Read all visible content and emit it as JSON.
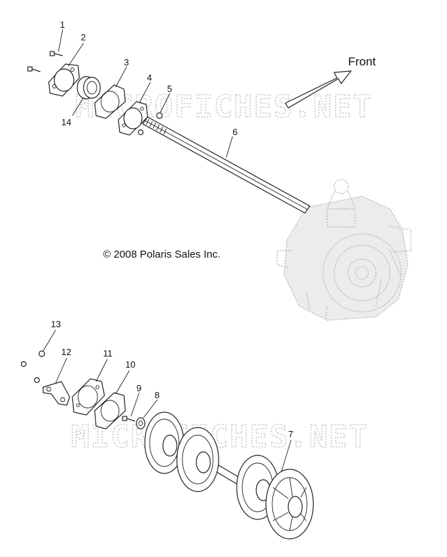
{
  "callouts": [
    "1",
    "2",
    "3",
    "4",
    "5",
    "6",
    "14",
    "13",
    "12",
    "11",
    "10",
    "9",
    "8",
    "7"
  ],
  "front_label": "Front",
  "copyright": "© 2008 Polaris Sales Inc.",
  "watermark": "MICROFICHES.NET"
}
